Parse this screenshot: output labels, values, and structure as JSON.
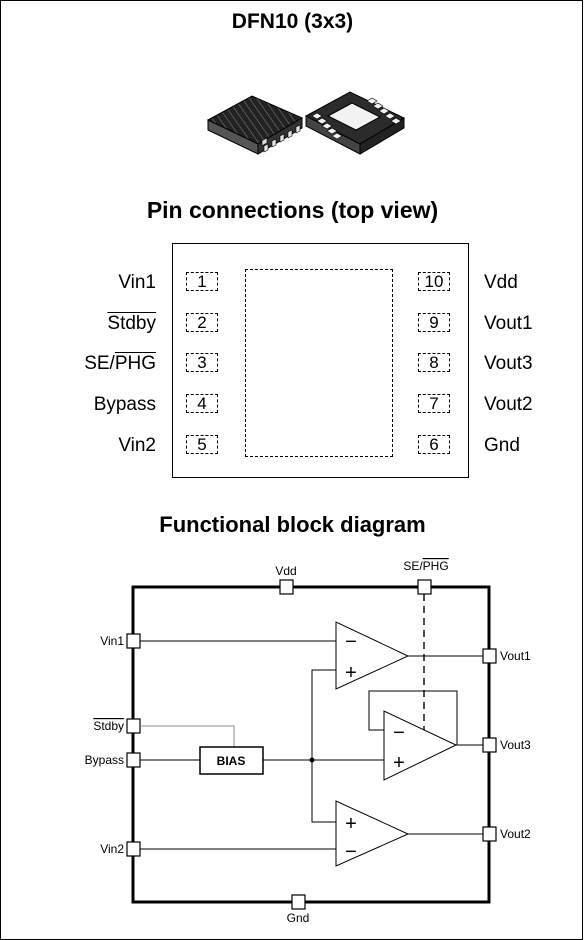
{
  "package": {
    "title": "DFN10 (3x3)"
  },
  "pinout": {
    "title": "Pin connections (top view)",
    "left_pins": [
      {
        "name": "Vin1",
        "number": "1"
      },
      {
        "name": "Stdby",
        "number": "2"
      },
      {
        "name_prefix": "SE/",
        "name_overline": "PHG",
        "number": "3"
      },
      {
        "name": "Bypass",
        "number": "4"
      },
      {
        "name": "Vin2",
        "number": "5"
      }
    ],
    "right_pins": [
      {
        "name": "Vdd",
        "number": "10"
      },
      {
        "name": "Vout1",
        "number": "9"
      },
      {
        "name": "Vout3",
        "number": "8"
      },
      {
        "name": "Vout2",
        "number": "7"
      },
      {
        "name": "Gnd",
        "number": "6"
      }
    ]
  },
  "block_diagram": {
    "title": "Functional block diagram",
    "vdd": "Vdd",
    "se_prefix": "SE/",
    "se_overline": "PHG",
    "vin1": "Vin1",
    "stdby": "Stdby",
    "bypass": "Bypass",
    "vin2": "Vin2",
    "gnd": "Gnd",
    "vout1": "Vout1",
    "vout3": "Vout3",
    "vout2": "Vout2",
    "bias": "BIAS",
    "minus": "−",
    "plus": "+"
  }
}
